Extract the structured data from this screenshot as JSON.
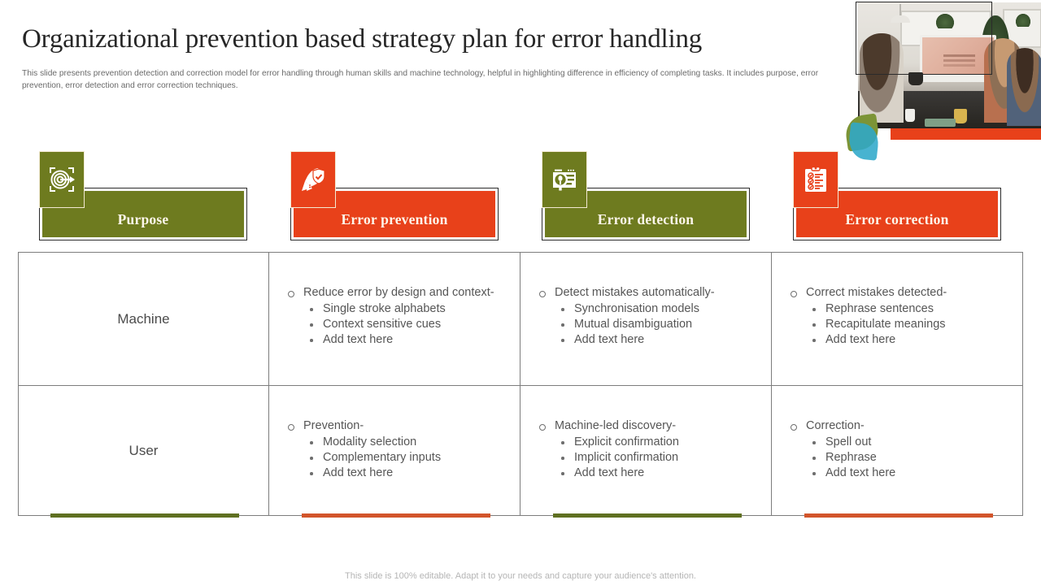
{
  "slide": {
    "title": "Organizational prevention based strategy plan for error handling",
    "subtitle": "This slide presents prevention detection and correction model for error handling through human skills and machine technology, helpful in highlighting difference in efficiency of completing tasks. It includes purpose, error prevention, error detection and error correction techniques.",
    "footer_note": "This slide is 100% editable. Adapt it to your needs and capture your audience's attention."
  },
  "colors": {
    "olive": "#6E7B1F",
    "orange": "#E8411A",
    "accent_olive": "#5F7021",
    "accent_orange": "#D2542A",
    "text_body": "#565656",
    "border": "#7d7d7d"
  },
  "columns": [
    {
      "id": "purpose",
      "label": "Purpose",
      "color_key": "olive",
      "icon": "target-icon"
    },
    {
      "id": "prevention",
      "label": "Error prevention",
      "color_key": "orange",
      "icon": "rocket-shield-icon"
    },
    {
      "id": "detection",
      "label": "Error detection",
      "color_key": "olive",
      "icon": "magnifier-document-icon"
    },
    {
      "id": "correction",
      "label": "Error correction",
      "color_key": "orange",
      "icon": "checklist-clipboard-icon"
    }
  ],
  "matrix": {
    "row_labels": [
      "Machine",
      "User"
    ],
    "rows": [
      {
        "label": "Machine",
        "cells": [
          {
            "heading": "Reduce error by design and context-",
            "items": [
              "Single stroke alphabets",
              "Context sensitive cues",
              "Add text here"
            ]
          },
          {
            "heading": "Detect mistakes automatically-",
            "items": [
              "Synchronisation models",
              "Mutual disambiguation",
              "Add text here"
            ]
          },
          {
            "heading": "Correct mistakes detected-",
            "items": [
              "Rephrase sentences",
              "Recapitulate meanings",
              "Add text here"
            ]
          }
        ]
      },
      {
        "label": "User",
        "cells": [
          {
            "heading": "Prevention-",
            "items": [
              "Modality selection",
              "Complementary inputs",
              "Add text here"
            ]
          },
          {
            "heading": "Machine-led discovery-",
            "items": [
              "Explicit confirmation",
              "Implicit confirmation",
              "Add text here"
            ]
          },
          {
            "heading": "Correction-",
            "items": [
              "Spell out",
              "Rephrase",
              "Add text here"
            ]
          }
        ]
      }
    ]
  },
  "decor": {
    "photo_alt": "meeting-room-photo",
    "leaf_green": "#7c9436",
    "leaf_teal": "#2fa8c9"
  }
}
